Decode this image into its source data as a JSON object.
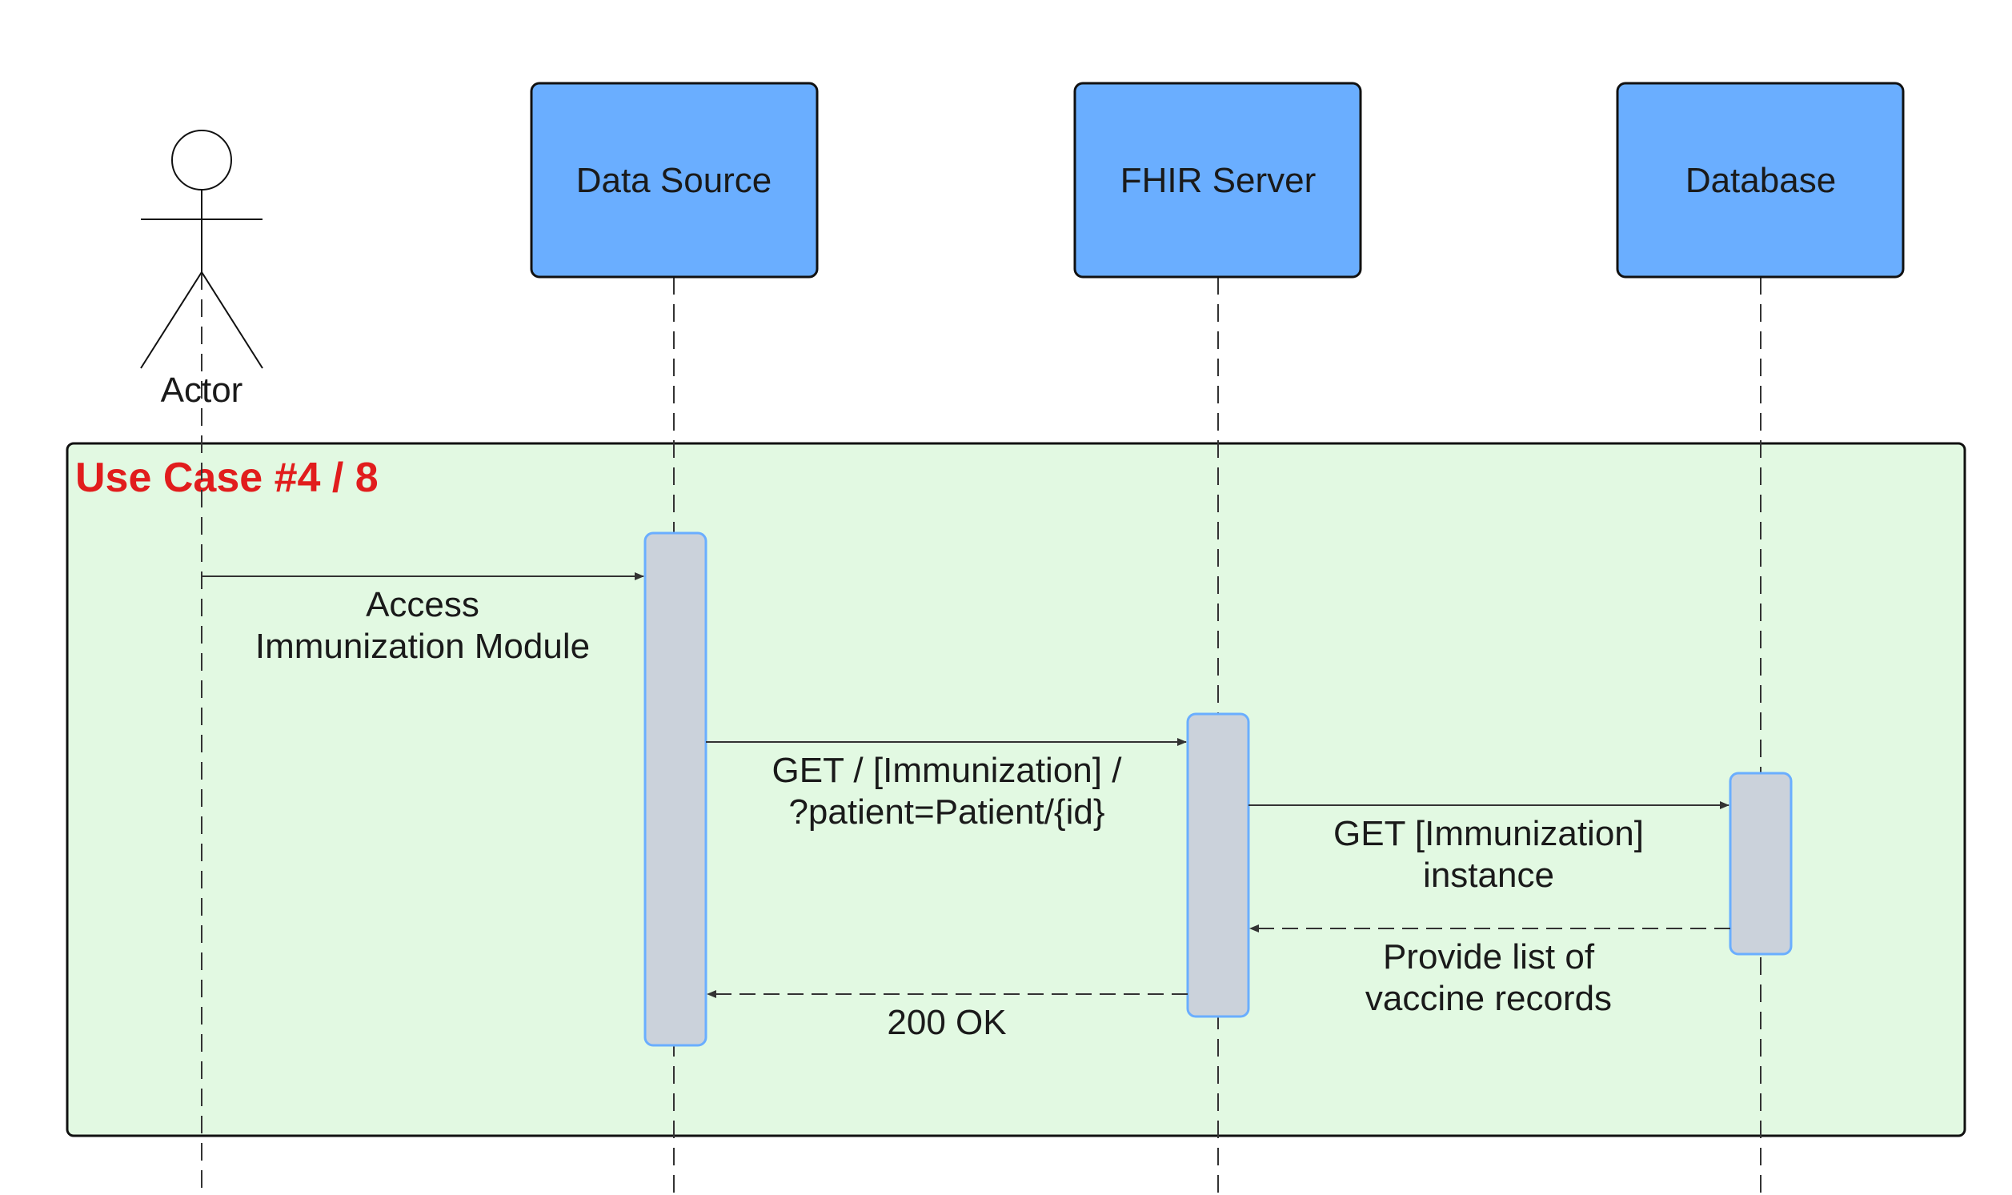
{
  "actor": {
    "label": "Actor"
  },
  "participants": [
    {
      "id": "data-source",
      "label": "Data Source"
    },
    {
      "id": "fhir-server",
      "label": "FHIR Server"
    },
    {
      "id": "database",
      "label": "Database"
    }
  ],
  "frame": {
    "title": "Use Case #4 / 8"
  },
  "messages": [
    {
      "from": "actor",
      "to": "data-source",
      "style": "solid",
      "lines": [
        "Access",
        "Immunization Module"
      ]
    },
    {
      "from": "data-source",
      "to": "fhir-server",
      "style": "solid",
      "lines": [
        "GET / [Immunization] /",
        "?patient=Patient/{id}"
      ]
    },
    {
      "from": "fhir-server",
      "to": "database",
      "style": "solid",
      "lines": [
        "GET [Immunization]",
        "instance"
      ]
    },
    {
      "from": "database",
      "to": "fhir-server",
      "style": "dashed",
      "lines": [
        "Provide list of",
        "vaccine records"
      ]
    },
    {
      "from": "fhir-server",
      "to": "data-source",
      "style": "dashed",
      "lines": [
        "200 OK"
      ]
    }
  ],
  "colors": {
    "participant_fill": "#6aaeff",
    "participant_stroke": "#111111",
    "activation_fill": "#cbd2db",
    "activation_stroke": "#6aaeff",
    "frame_fill": "#e2f9e2",
    "frame_title": "#e11d1d"
  }
}
